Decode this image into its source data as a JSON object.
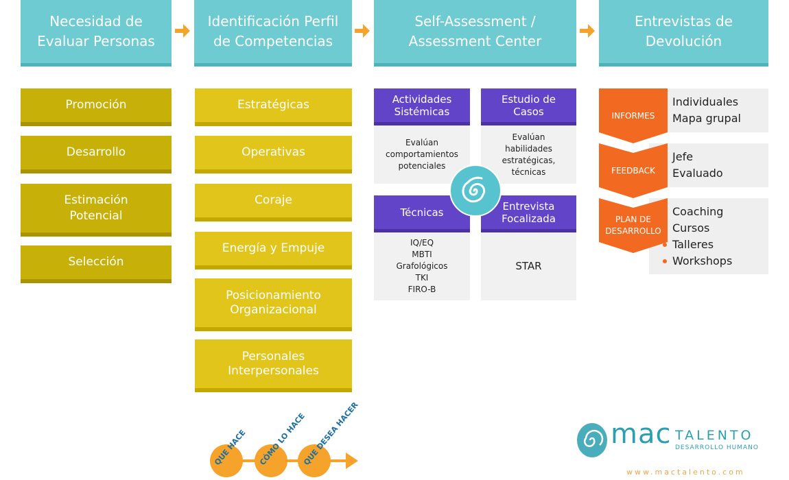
{
  "headers": [
    "Necesidad de\nEvaluar Personas",
    "Identificación Perfil\nde Competencias",
    "Self-Assessment /\nAssessment Center",
    "Entrevistas de\nDevolución"
  ],
  "necesidad": [
    "Promoción",
    "Desarrollo",
    "Estimación\nPotencial",
    "Selección"
  ],
  "competencias": [
    "Estratégicas",
    "Operativas",
    "Coraje",
    "Energía y Empuje",
    "Posicionamiento\nOrganizacional",
    "Personales\nInterpersonales"
  ],
  "assessment": {
    "q1_title": "Actividades\nSistémicas",
    "q1_body": "Evalúan\ncomportamientos\npotenciales",
    "q2_title": "Estudio de\nCasos",
    "q2_body": "Evalúan\nhabilidades\nestratégicas,\ntécnicas",
    "q3_title": "Técnicas",
    "q3_body": "IQ/EQ\nMBTI\nGrafológicos\nTKI\nFIRO-B",
    "q4_title": "Entrevista\nFocalizada",
    "q4_body": "STAR"
  },
  "devolucion": [
    {
      "label": "INFORMES",
      "items": [
        "Individuales",
        "Mapa grupal"
      ]
    },
    {
      "label": "FEEDBACK",
      "items": [
        "Jefe",
        "Evaluado"
      ]
    },
    {
      "label": "PLAN DE\nDESARROLLO",
      "items": [
        "Coaching",
        "Cursos",
        "Talleres",
        "Workshops"
      ]
    }
  ],
  "footer": {
    "steps": [
      "QUE HACE",
      "CÓMO LO HACE",
      "QUE DESEA HACER"
    ],
    "brand_mac": "mac",
    "brand_talento": "TALENTO",
    "brand_sub": "DESARROLLO HUMANO",
    "website": "www.mactalento.com"
  },
  "colors": {
    "header": "#6ecbd2",
    "arrow": "#f5a32a",
    "olive": "#c7b109",
    "yellow": "#e1c51b",
    "purple": "#6244c9",
    "orange": "#f26a21",
    "brand": "#2a9fb0"
  }
}
